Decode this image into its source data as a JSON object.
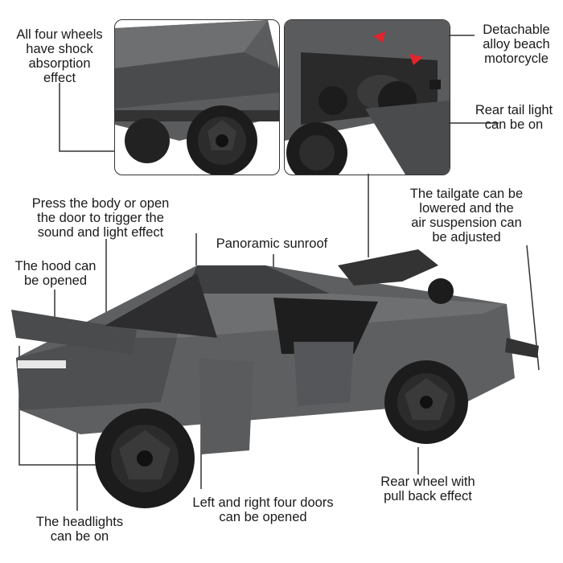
{
  "labels": {
    "shock": [
      "All four wheels",
      "have shock",
      "absorption",
      "effect"
    ],
    "motorcycle": [
      "Detachable",
      "alloy beach",
      "motorcycle"
    ],
    "tail_light": [
      "Rear tail light",
      "can be on"
    ],
    "press_body": [
      "Press the body or open",
      "the door to trigger the",
      "sound and light effect"
    ],
    "tailgate": [
      "The tailgate can be",
      "lowered and the",
      "air suspension can",
      "be adjusted"
    ],
    "sunroof": "Panoramic sunroof",
    "hood": [
      "The hood can",
      "be opened"
    ],
    "rear_wheel": [
      "Rear wheel with",
      "pull back effect"
    ],
    "doors": [
      "Left and right four doors",
      "can be opened"
    ],
    "headlights": [
      "The headlights",
      "can be on"
    ]
  },
  "colors": {
    "body": "#5e5f61",
    "body_dark": "#3e3f41",
    "tire": "#1c1c1c",
    "arrow": "#e0262c",
    "line": "#333333"
  }
}
